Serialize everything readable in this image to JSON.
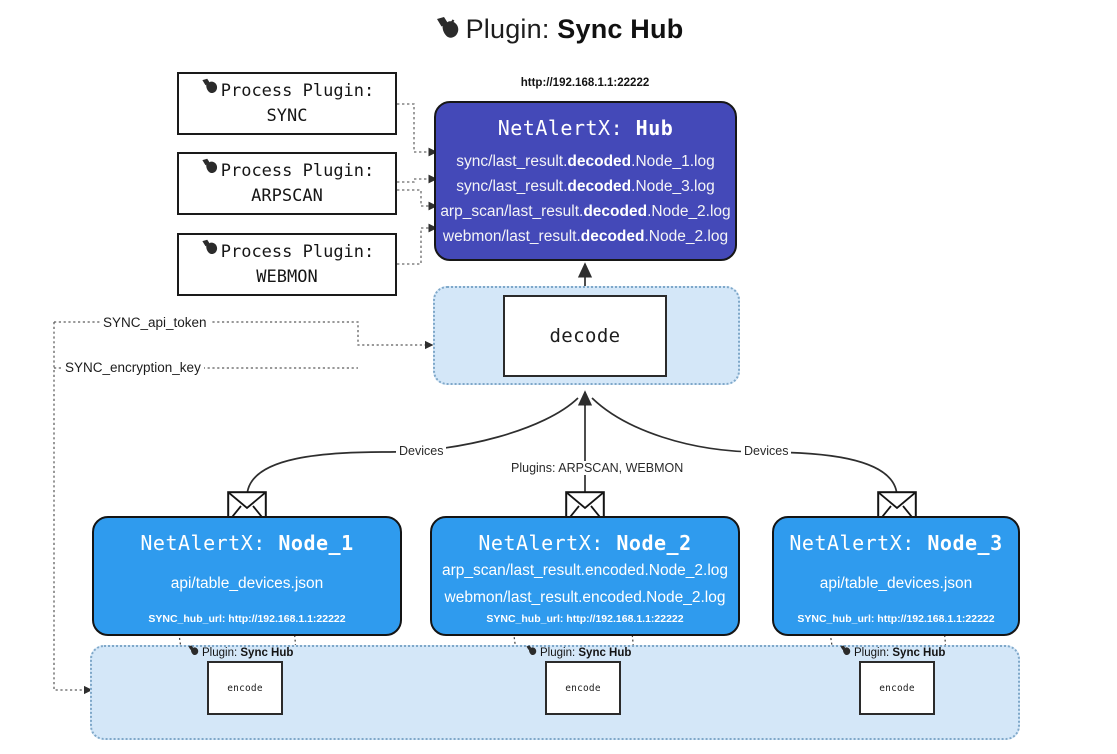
{
  "title": {
    "icon": "plug-icon",
    "prefix": "Plugin:",
    "name": "Sync Hub"
  },
  "process_plugins": [
    {
      "icon": "plug-icon",
      "line1": "Process Plugin:",
      "line2": "SYNC"
    },
    {
      "icon": "plug-icon",
      "line1": "Process Plugin:",
      "line2": "ARPSCAN"
    },
    {
      "icon": "plug-icon",
      "line1": "Process Plugin:",
      "line2": "WEBMON"
    }
  ],
  "hub": {
    "url": "http://192.168.1.1:22222",
    "label_prefix": "NetAlertX:",
    "label_name": "Hub",
    "logs": [
      {
        "pre": "sync/last_result.",
        "strong": "decoded",
        "post": ".Node_1.log"
      },
      {
        "pre": "sync/last_result.",
        "strong": "decoded",
        "post": ".Node_3.log"
      },
      {
        "pre": "arp_scan/last_result.",
        "strong": "decoded",
        "post": ".Node_2.log"
      },
      {
        "pre": "webmon/last_result.",
        "strong": "decoded",
        "post": ".Node_2.log"
      }
    ]
  },
  "decode": {
    "label": "decode"
  },
  "keys": [
    {
      "label": "SYNC_api_token"
    },
    {
      "label": "SYNC_encryption_key"
    }
  ],
  "edge_labels": {
    "devices_left": "Devices",
    "devices_right": "Devices",
    "plugins_center": "Plugins: ARPSCAN, WEBMON"
  },
  "nodes": [
    {
      "icon": "envelope-icon",
      "label_prefix": "NetAlertX:",
      "label_name": "Node_1",
      "lines": [
        "api/table_devices.json"
      ],
      "footer": "SYNC_hub_url: http://192.168.1.1:22222"
    },
    {
      "icon": "envelope-icon",
      "label_prefix": "NetAlertX:",
      "label_name": "Node_2",
      "lines": [
        "arp_scan/last_result.encoded.Node_2.log",
        "webmon/last_result.encoded.Node_2.log"
      ],
      "footer": "SYNC_hub_url: http://192.168.1.1:22222"
    },
    {
      "icon": "envelope-icon",
      "label_prefix": "NetAlertX:",
      "label_name": "Node_3",
      "lines": [
        "api/table_devices.json"
      ],
      "footer": "SYNC_hub_url: http://192.168.1.1:22222"
    }
  ],
  "encoders": [
    {
      "caption_prefix": "Plugin:",
      "caption_name": "Sync Hub",
      "label": "encode"
    },
    {
      "caption_prefix": "Plugin:",
      "caption_name": "Sync Hub",
      "label": "encode"
    },
    {
      "caption_prefix": "Plugin:",
      "caption_name": "Sync Hub",
      "label": "encode"
    }
  ],
  "colors": {
    "hub_fill": "#4449b8",
    "node_fill": "#2f9bee",
    "container_fill": "#d4e7f8",
    "container_border": "#7fa8c9",
    "stroke": "#141414"
  }
}
